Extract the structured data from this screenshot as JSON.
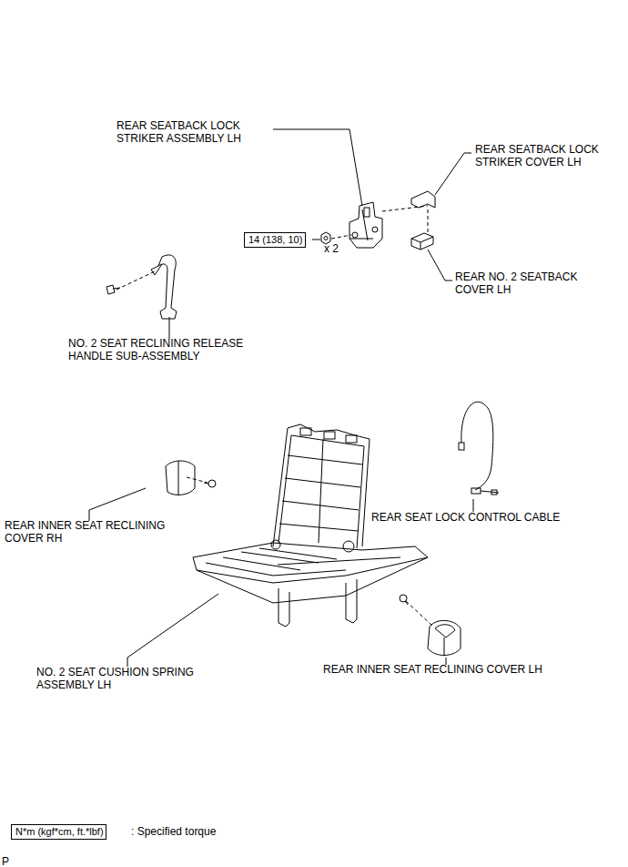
{
  "diagram": {
    "nodes": [
      {
        "text": [
          "14 (138, 10)"
        ]
      },
      {
        "text": [
          "N*m (kgf*cm, ft.*lbf)"
        ]
      }
    ],
    "labels": [
      "REAR SEATBACK LOCK STRIKER ASSEMBLY LH",
      "REAR SEATBACK LOCK STRIKER COVER LH",
      "x 2",
      "REAR NO. 2 SEATBACK COVER LH",
      "NO. 2 SEAT RECLINING RELEASE HANDLE SUB-ASSEMBLY",
      "REAR SEAT LOCK CONTROL CABLE",
      "REAR INNER SEAT RECLINING COVER RH",
      "NO. 2 SEAT CUSHION SPRING ASSEMBLY LH",
      "REAR INNER SEAT RECLINING COVER LH",
      ": Specified torque",
      "P"
    ]
  }
}
